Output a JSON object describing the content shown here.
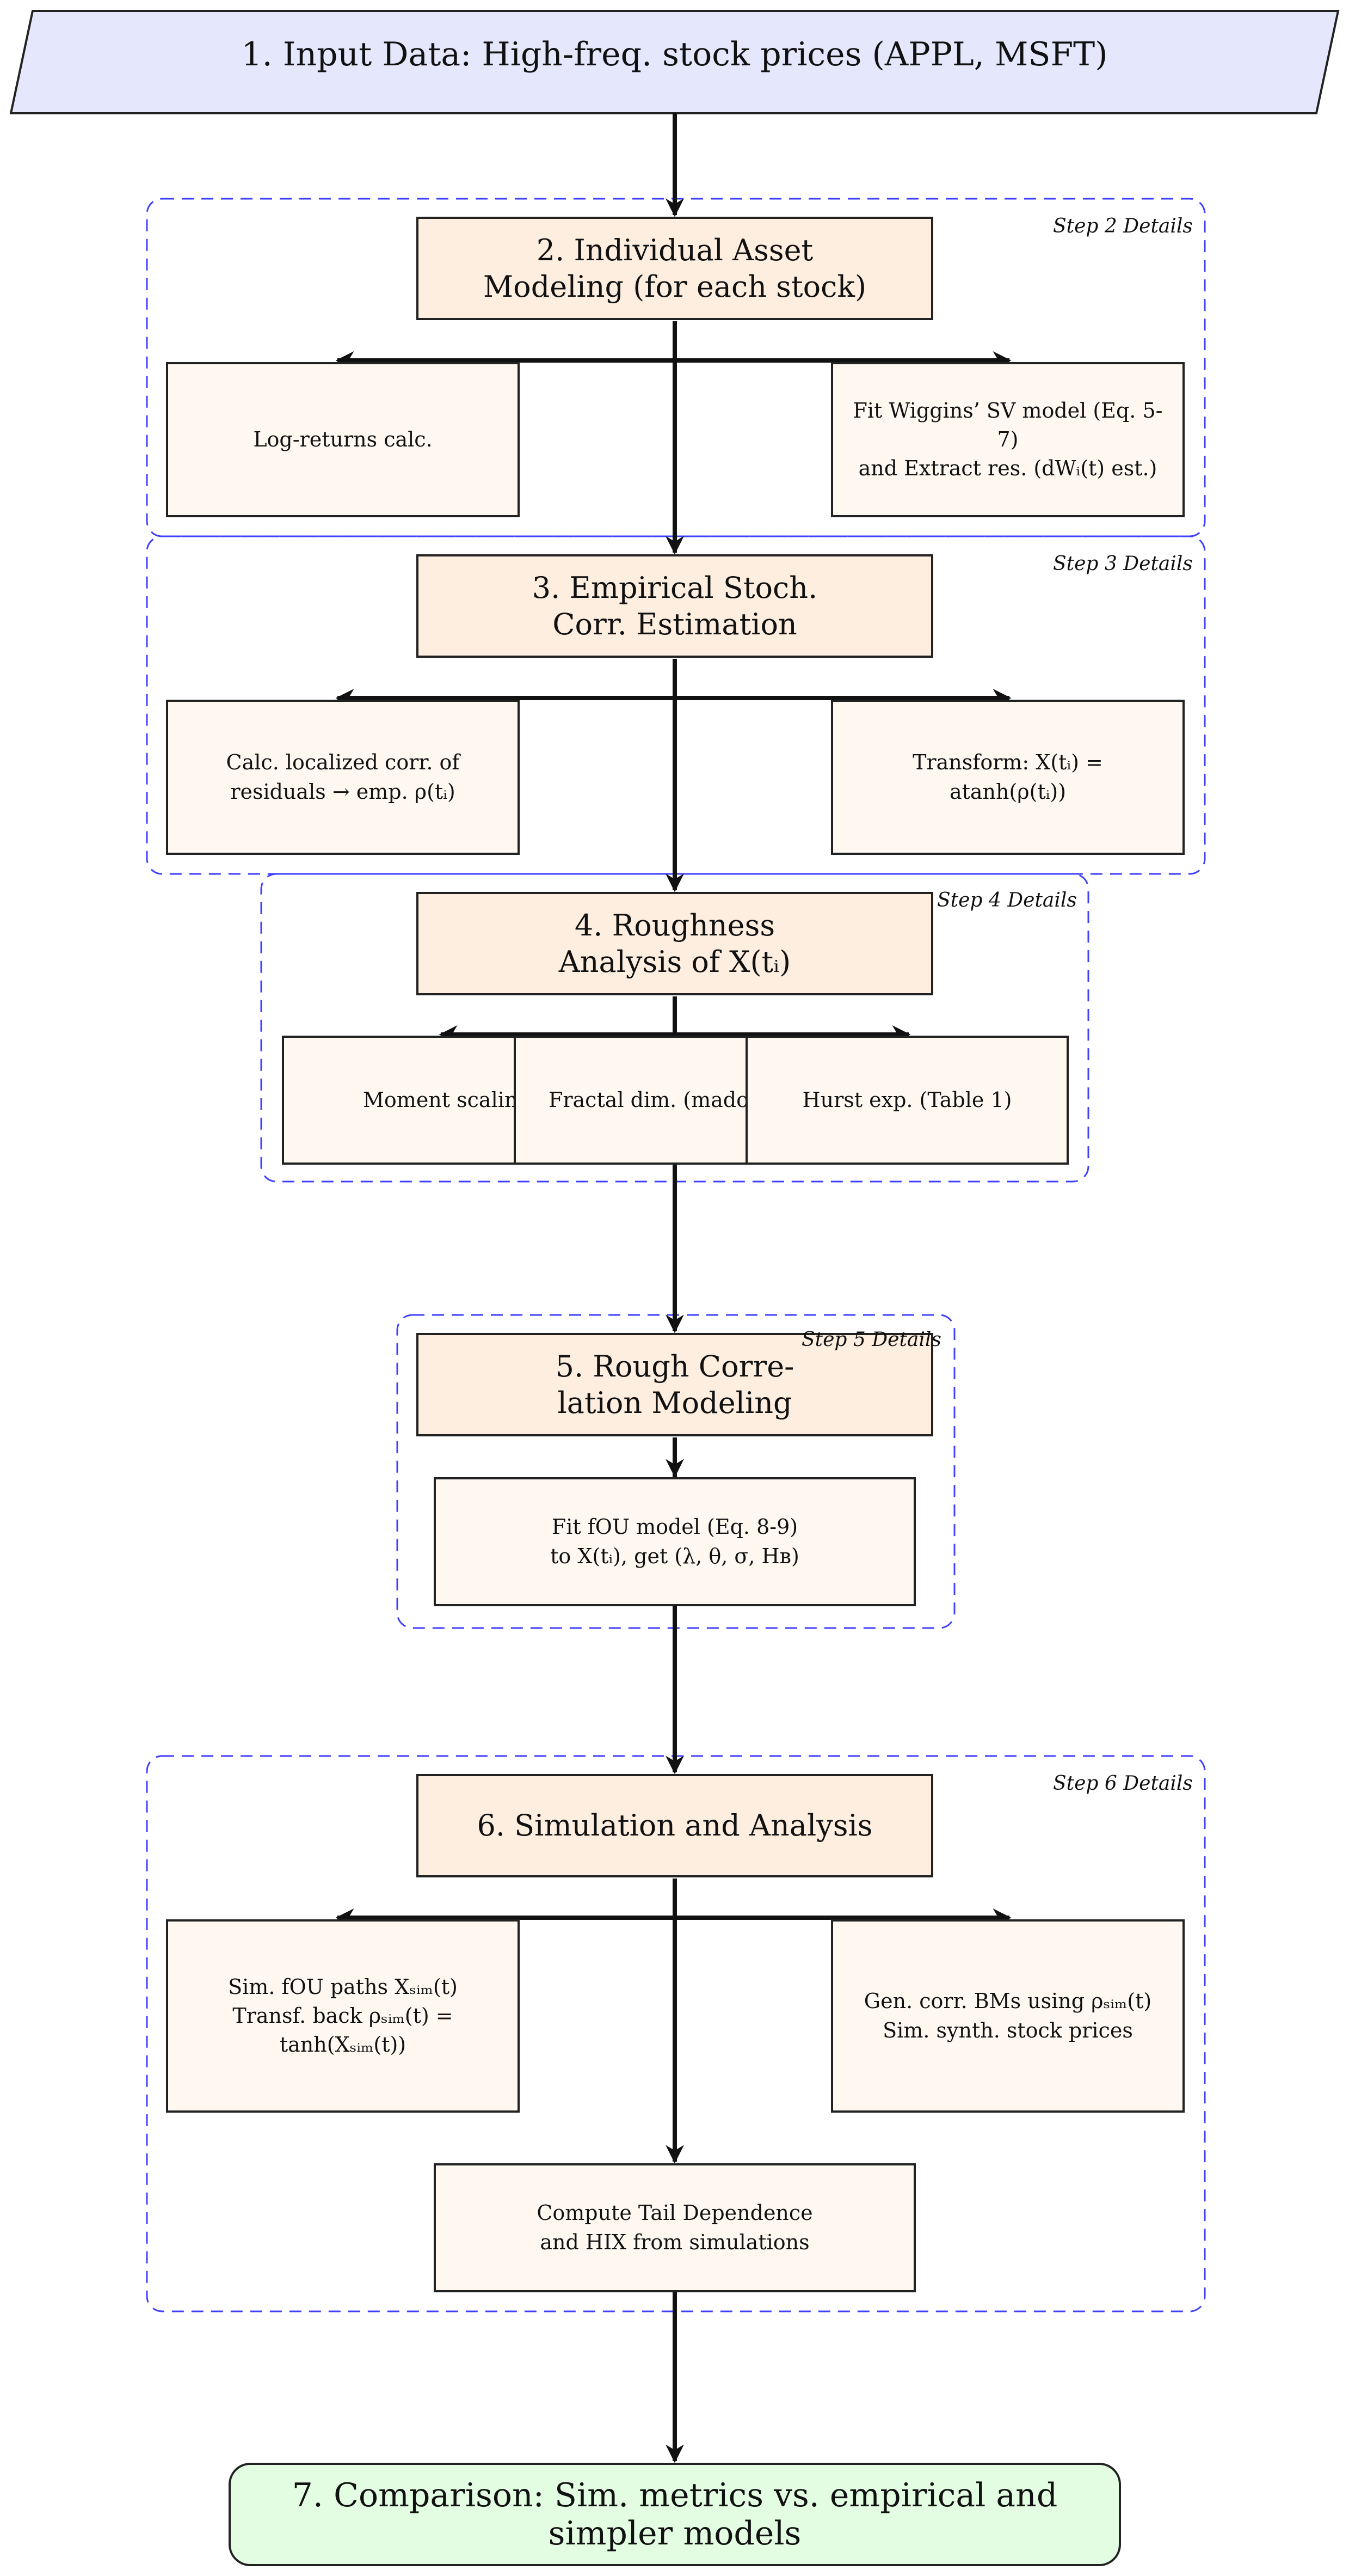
{
  "colors": {
    "input_fill": "#e5e7fd",
    "main_fill": "#fdeee0",
    "sub_fill": "#fff8f1",
    "final_fill": "#e3fde3",
    "group_border": "#4040ff"
  },
  "input": {
    "label": "1. Input Data: High-freq. stock prices (APPL, MSFT)"
  },
  "step2": {
    "detail": "Step 2 Details",
    "title": [
      "2. Individual Asset",
      "Modeling (for each stock)"
    ],
    "left": [
      "Log-returns calc."
    ],
    "right": [
      "Fit Wiggins’ SV model (Eq. 5-7)",
      "and Extract res. (dWᵢ(t) est.)"
    ]
  },
  "step3": {
    "detail": "Step 3 Details",
    "title": [
      "3. Empirical Stoch.",
      "Corr. Estimation"
    ],
    "left": [
      "Calc. localized corr. of",
      "residuals → emp. ρ(tᵢ)"
    ],
    "right": [
      "Transform: X(tᵢ) =",
      "atanh(ρ(tᵢ))"
    ]
  },
  "step4": {
    "detail": "Step 4 Details",
    "title": [
      "4. Roughness",
      "Analysis of X(tᵢ)"
    ],
    "nodes": [
      "Moment scaling",
      "Fractal dim. (madogram)",
      "Hurst exp. (Table 1)"
    ]
  },
  "step5": {
    "detail": "Step 5 Details",
    "title": [
      "5. Rough Corre-",
      "lation Modeling"
    ],
    "node": [
      "Fit fOU model (Eq. 8-9)",
      "to X(tᵢ), get (λ, θ, σ, Hʙ)"
    ]
  },
  "step6": {
    "detail": "Step 6 Details",
    "title": "6. Simulation and Analysis",
    "left": [
      "Sim. fOU paths Xₛᵢₘ(t)",
      "Transf. back ρₛᵢₘ(t) =",
      "tanh(Xₛᵢₘ(t))"
    ],
    "right": [
      "Gen. corr. BMs using ρₛᵢₘ(t)",
      "Sim. synth. stock prices"
    ],
    "bottom": [
      "Compute Tail Dependence",
      "and HIX from simulations"
    ]
  },
  "final": {
    "label": "7. Comparison: Sim. metrics vs. empirical and simpler models"
  }
}
